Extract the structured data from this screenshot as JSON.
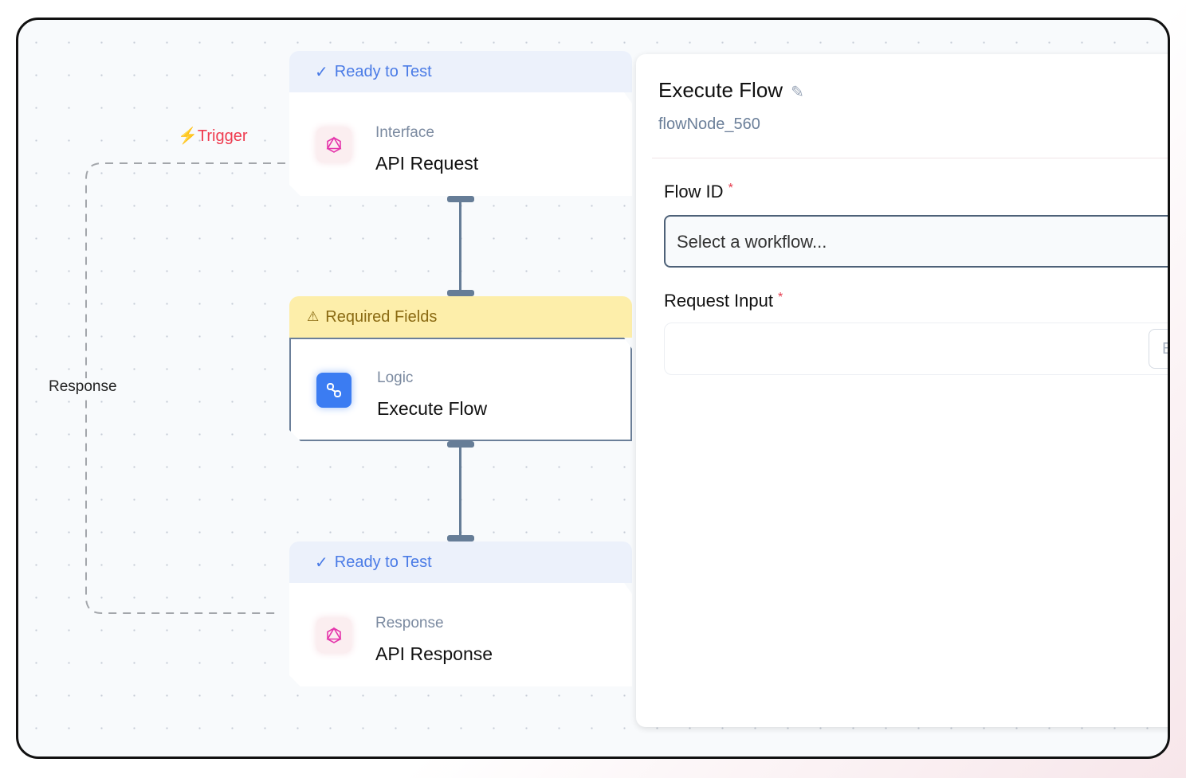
{
  "canvas": {
    "trigger_label": "Trigger",
    "response_edge_label": "Response",
    "nodes": [
      {
        "status": "Ready to Test",
        "status_icon": "check-icon",
        "category": "Interface",
        "title": "API Request",
        "icon": "graphql-icon"
      },
      {
        "status": "Required Fields",
        "status_icon": "warning-icon",
        "category": "Logic",
        "title": "Execute Flow",
        "icon": "flow-icon"
      },
      {
        "status": "Ready to Test",
        "status_icon": "check-icon",
        "category": "Response",
        "title": "API Response",
        "icon": "graphql-icon"
      }
    ]
  },
  "panel": {
    "title": "Execute Flow",
    "node_id": "flowNode_560",
    "flow_id_label": "Flow ID",
    "flow_id_placeholder": "Select a workflow...",
    "request_input_label": "Request Input",
    "required_mark": "*",
    "request_input_button": "E"
  },
  "colors": {
    "ready": "#4a7be6",
    "warning_bg": "#fdeeaa",
    "trigger": "#ef3b4f",
    "accent": "#3b7cf2"
  }
}
